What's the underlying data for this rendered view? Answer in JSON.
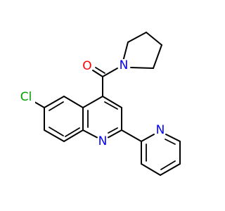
{
  "colors": {
    "background": "#ffffff",
    "bond": "#000000",
    "oxygen": "#ff0000",
    "nitrogen": "#0000ff",
    "chlorine": "#00a000"
  },
  "atoms": {
    "oxygen": "O",
    "nitrogen_pyrrolidine": "N",
    "nitrogen_quinoline": "N",
    "nitrogen_pyridine": "N",
    "chlorine": "Cl"
  }
}
